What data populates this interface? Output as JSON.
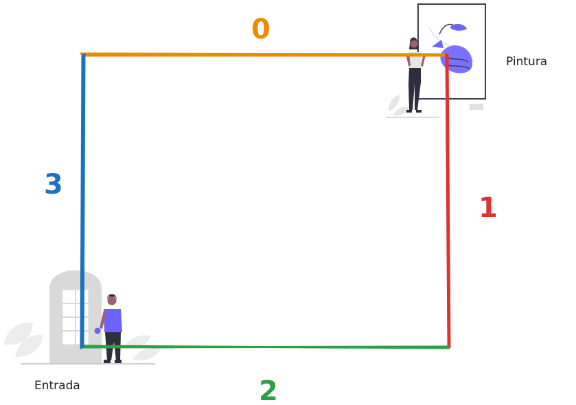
{
  "labels": {
    "painting": "Pintura",
    "entrance": "Entrada"
  },
  "edges": [
    {
      "id": "0",
      "label": "0",
      "color": "#ee8a00"
    },
    {
      "id": "1",
      "label": "1",
      "color": "#e03131"
    },
    {
      "id": "2",
      "label": "2",
      "color": "#2f9e44"
    },
    {
      "id": "3",
      "label": "3",
      "color": "#1971c2"
    }
  ],
  "colors": {
    "accent_purple": "#6c63ff",
    "figure_dark": "#2f2e41",
    "decor_gray": "#d6d6d6"
  }
}
